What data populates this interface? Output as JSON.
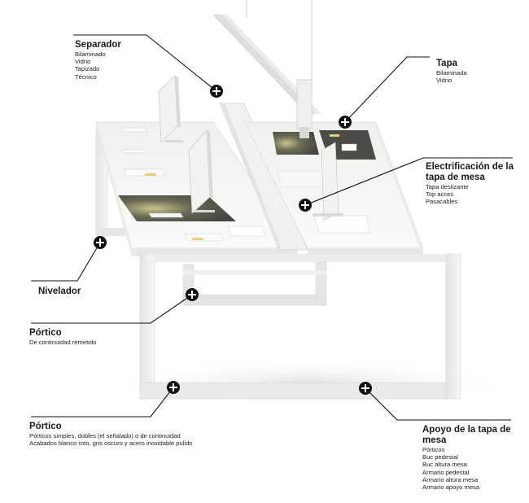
{
  "callouts": {
    "separador": {
      "title": "Separador",
      "items": [
        "Bilaminado",
        "Vidrio",
        "Tapizado",
        "Técnico"
      ]
    },
    "tapa": {
      "title": "Tapa",
      "items": [
        "Bilaminada",
        "Vidrio"
      ]
    },
    "electrificacion": {
      "title_line1": "Electrificación de la",
      "title_line2": "tapa de mesa",
      "items": [
        "Tapa deslizante",
        "Top acces",
        "Pasacables"
      ]
    },
    "nivelador": {
      "title": "Nivelador"
    },
    "portico_top": {
      "title": "Pórtico",
      "items": [
        "De continuidad remetido"
      ]
    },
    "portico_bottom": {
      "title": "Pórtico",
      "items": [
        "Pórticos simples, dobles (el señalado) o de continuidad",
        "Acabados blanco roto, gris oscuro y acero inoxidable pulido"
      ]
    },
    "apoyo": {
      "title_line1": "Apoyo de la tapa de",
      "title_line2": "mesa",
      "items": [
        "Pórticos",
        "Buc pedestal",
        "Buc altura mesa",
        "Armario pedestal",
        "Armario altura mesa",
        "Armario apoyo mesa"
      ]
    }
  },
  "colors": {
    "desk_white": "#f4f4f3",
    "frame_grey": "#dcdcda",
    "pad_dark": "#4a4b45",
    "marker": "#111111",
    "leader_line": "#111111"
  },
  "icons": [
    "plus-marker-icon",
    "monitor-icon",
    "keyboard-icon"
  ]
}
